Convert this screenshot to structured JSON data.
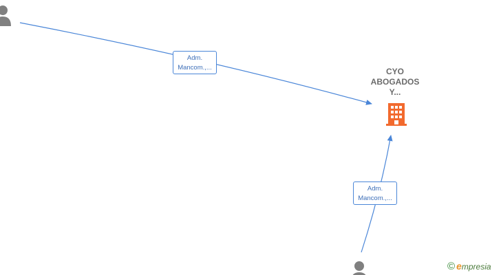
{
  "company": {
    "name_lines": [
      "CYO",
      "ABOGADOS",
      "Y..."
    ],
    "icon": "building-icon",
    "icon_color": "#f26a2e"
  },
  "people": [
    {
      "icon": "person-icon",
      "color": "#808080"
    },
    {
      "icon": "person-icon",
      "color": "#808080"
    }
  ],
  "edges": [
    {
      "label_lines": [
        "Adm.",
        "Mancom.,..."
      ]
    },
    {
      "label_lines": [
        "Adm.",
        "Mancom.,..."
      ]
    }
  ],
  "colors": {
    "edge": "#4a86d8",
    "label_text": "#3d6fb8"
  },
  "watermark": {
    "symbol": "©",
    "brand_first": "e",
    "brand_rest": "mpresia"
  }
}
